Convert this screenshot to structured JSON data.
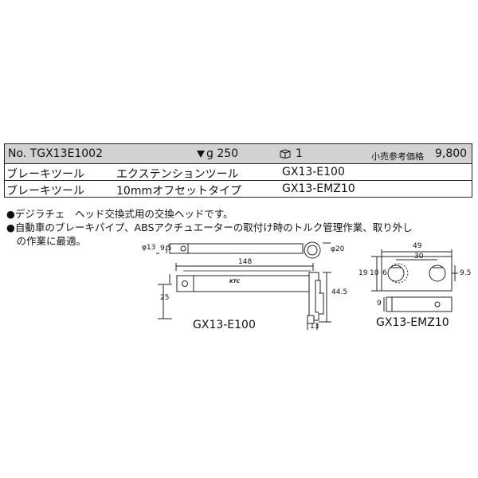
{
  "header": {
    "item_no": "No. TGX13E1002",
    "weight": "g 250",
    "qty": "1",
    "price_label": "小売参考価格",
    "price_value": "9,800"
  },
  "rows": [
    {
      "col1": "ブレーキツール",
      "col2": "エクステンションツール",
      "col3": "GX13-E100"
    },
    {
      "col1": "ブレーキツール",
      "col2": "10mmオフセットタイプ",
      "col3": "GX13-EMZ10"
    }
  ],
  "notes": [
    "●デジラチェ　ヘッド交換式用の交換ヘッドです。",
    "●自動車のブレーキパイプ、ABSアクチュエーターの取付け時のトルク管理作業、取り外し",
    "　の作業に最適。"
  ],
  "drawing_left": {
    "caption": "GX13-E100",
    "dims": {
      "phi13": "φ13",
      "d9_5": "9.5",
      "phi20": "φ20",
      "d148": "148",
      "d25": "25",
      "d44_5": "44.5",
      "d13": "13"
    },
    "brand": "KTC"
  },
  "drawing_right": {
    "caption": "GX13-EMZ10",
    "dims": {
      "d49": "49",
      "d30": "30",
      "d19": "19",
      "d10": "10",
      "d6": "6",
      "d9_5": "9.5",
      "d9": "9"
    }
  }
}
